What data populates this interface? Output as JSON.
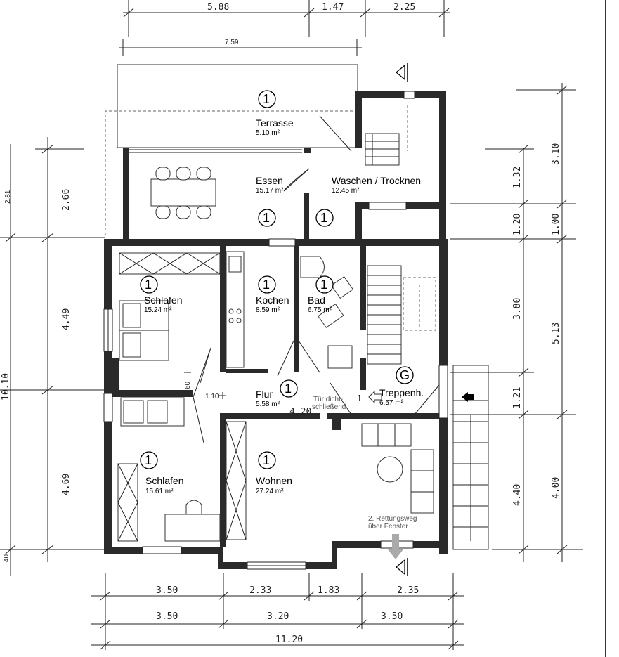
{
  "rooms": [
    {
      "key": "terrasse",
      "label": "Terrasse",
      "area": "5.10 m²",
      "unit": "1"
    },
    {
      "key": "essen",
      "label": "Essen",
      "area": "15.17 m²",
      "unit": "1"
    },
    {
      "key": "waschen",
      "label": "Waschen / Trocknen",
      "area": "12.45 m²",
      "unit": "1"
    },
    {
      "key": "schlafen1",
      "label": "Schlafen",
      "area": "15.24 m²",
      "unit": "1"
    },
    {
      "key": "kochen",
      "label": "Kochen",
      "area": "8.59 m²",
      "unit": "1"
    },
    {
      "key": "bad",
      "label": "Bad",
      "area": "6.75 m²",
      "unit": "1"
    },
    {
      "key": "flur",
      "label": "Flur",
      "area": "5.58 m²",
      "unit": "1"
    },
    {
      "key": "treppenh",
      "label": "Treppenh.",
      "area": "6.57 m²",
      "unit": "G"
    },
    {
      "key": "schlafen2",
      "label": "Schlafen",
      "area": "15.61 m²",
      "unit": "1"
    },
    {
      "key": "wohnen",
      "label": "Wohnen",
      "area": "27.24 m²",
      "unit": "1"
    }
  ],
  "notes": {
    "door_line1": "Tür dicht-",
    "door_line2": "schließend",
    "escape_line1": "2. Rettungsweg",
    "escape_line2": "über Fenster",
    "stair_unit": "1"
  },
  "dimensions": {
    "top": [
      "5.88",
      "1.47",
      "2.25"
    ],
    "top2": "7.59",
    "bottom1": [
      "3.50",
      "2.33",
      "1.83",
      "2.35"
    ],
    "bottom2": [
      "3.50",
      "3.20",
      "3.50"
    ],
    "bottom_total": "11.20",
    "left": [
      "2.81",
      "2.66",
      "4.49",
      "10.10",
      "4.69",
      "40"
    ],
    "right_inner": [
      "1.32",
      "1.20",
      "3.80",
      "1.21",
      "4.40"
    ],
    "right_outer": [
      "3.10",
      "1.00",
      "5.13",
      "4.00"
    ],
    "inner": [
      "1.10",
      "60",
      "4.20"
    ]
  }
}
